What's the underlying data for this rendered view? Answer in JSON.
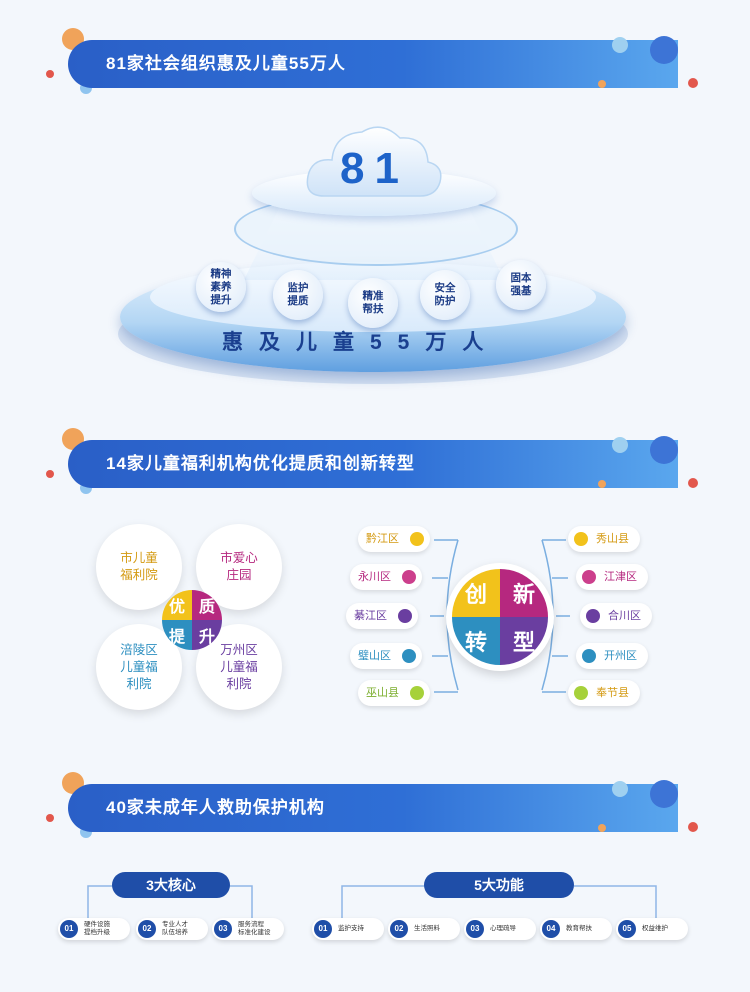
{
  "section1": {
    "title": "81家社会组织惠及儿童55万人",
    "cloud_number": "81",
    "bubbles": [
      "精神素养提升",
      "监护提质",
      "精准帮扶",
      "安全防护",
      "固本强基"
    ],
    "ring_text": "惠及儿童55万人"
  },
  "section2": {
    "title": "14家儿童福利机构优化提质和创新转型",
    "left": {
      "petals": [
        "市儿童福利院",
        "市爱心庄园",
        "涪陵区儿童福利院",
        "万州区儿童福利院"
      ],
      "center_chars": [
        "优",
        "质",
        "提",
        "升"
      ]
    },
    "right": {
      "center_chars": [
        "创",
        "新",
        "转",
        "型"
      ],
      "left_tags": [
        "黔江区",
        "永川区",
        "綦江区",
        "璧山区",
        "巫山县"
      ],
      "right_tags": [
        "秀山县",
        "江津区",
        "合川区",
        "开州区",
        "奉节县"
      ]
    }
  },
  "section3": {
    "title": "40家未成年人救助保护机构",
    "cores_label": "3大核心",
    "cores": [
      {
        "num": "01",
        "text": "硬件设施\n提档升级"
      },
      {
        "num": "02",
        "text": "专业人才\n队伍培养"
      },
      {
        "num": "03",
        "text": "服务流程\n标准化建设"
      }
    ],
    "functions_label": "5大功能",
    "functions": [
      {
        "num": "01",
        "text": "监护支持"
      },
      {
        "num": "02",
        "text": "生活照料"
      },
      {
        "num": "03",
        "text": "心理疏导"
      },
      {
        "num": "04",
        "text": "教育帮扶"
      },
      {
        "num": "05",
        "text": "权益维护"
      }
    ]
  },
  "colors": {
    "banner_blue": "#2a5fc7",
    "yellow": "#f2c21b",
    "magenta": "#b6287f",
    "purple": "#6a3ea0",
    "teal": "#2d8fc0",
    "green": "#8cc63f"
  }
}
